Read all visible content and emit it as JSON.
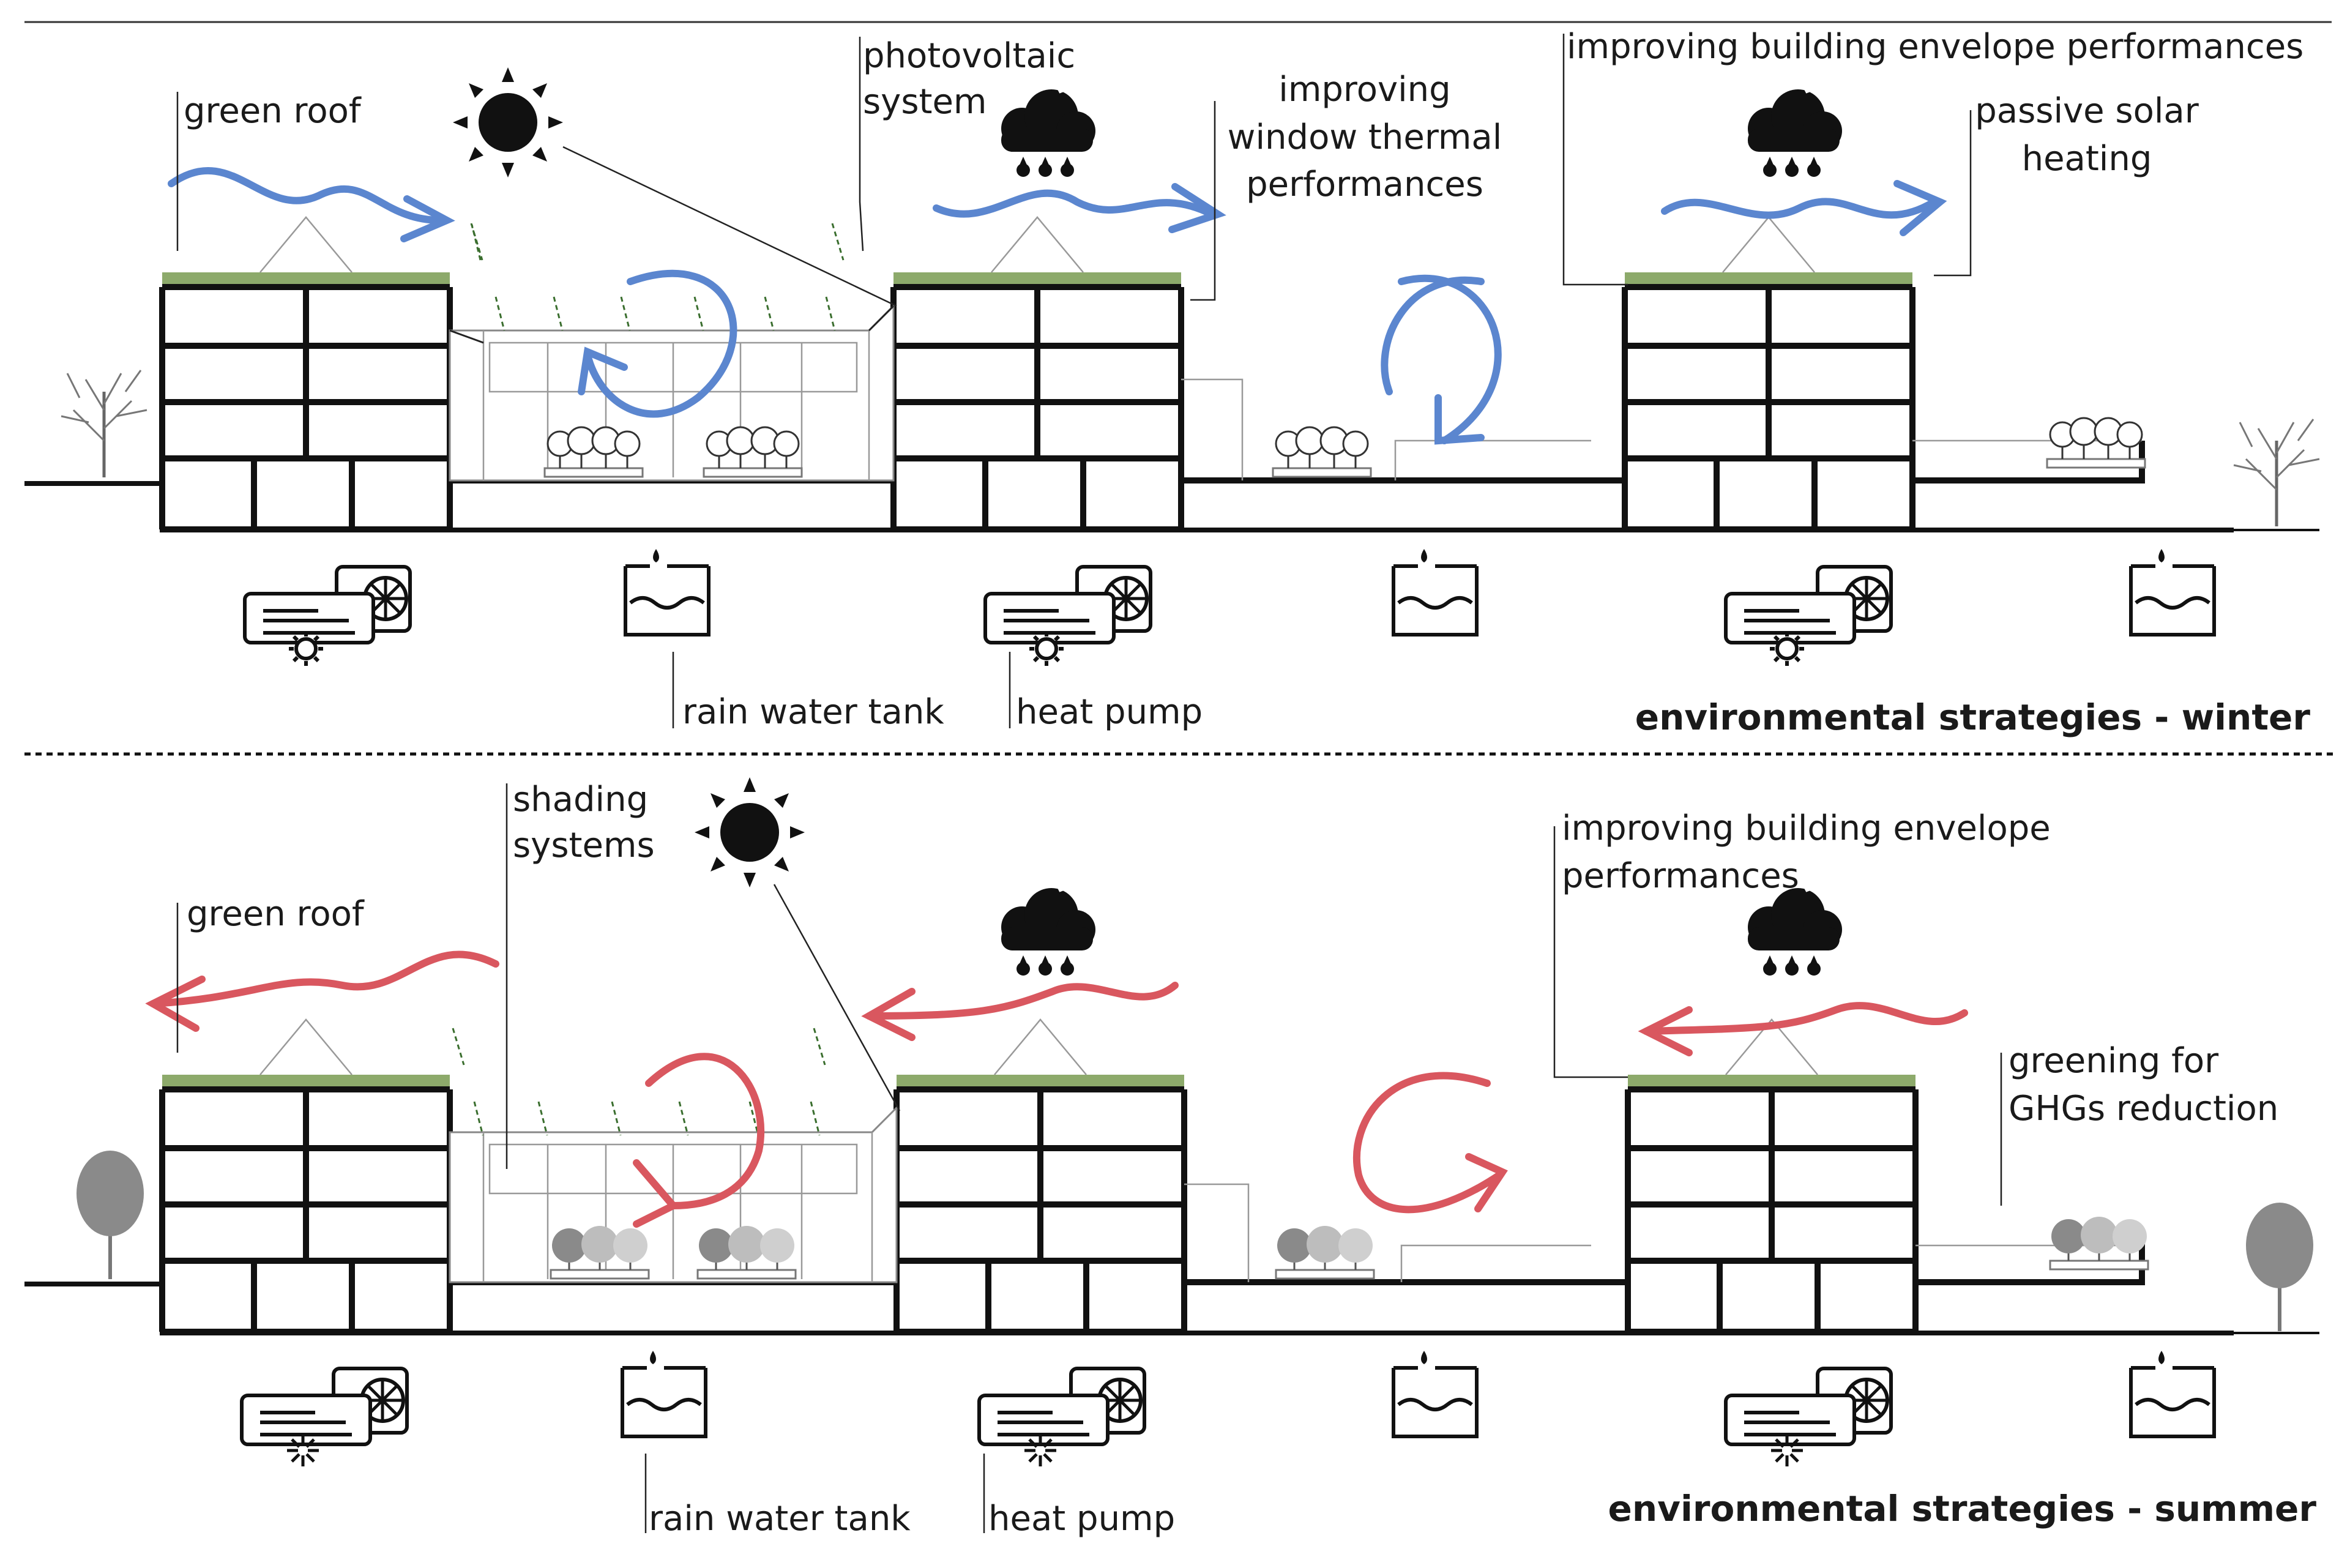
{
  "colors": {
    "winter_arrow": "#5b86cf",
    "summer_arrow": "#d9575f",
    "green_roof": "#8daa6b",
    "tree_summer": "#8a8a8a"
  },
  "winter": {
    "labels": {
      "green_roof": "green roof",
      "photovoltaic_1": "photovoltaic",
      "photovoltaic_2": "system",
      "window_1": "improving",
      "window_2": "window thermal",
      "window_3": "performances",
      "envelope": "improving building envelope performances",
      "passive_1": "passive solar",
      "passive_2": "heating",
      "rain_tank": "rain water tank",
      "heat_pump": "heat pump"
    },
    "title": "environmental strategies - winter",
    "icons": [
      "sun-icon",
      "rain-cloud-icon",
      "heat-pump-icon",
      "rain-water-tank-icon"
    ]
  },
  "summer": {
    "labels": {
      "shading_1": "shading",
      "shading_2": "systems",
      "green_roof": "green roof",
      "envelope_1": "improving building envelope",
      "envelope_2": "performances",
      "greening_1": "greening for",
      "greening_2": "GHGs reduction",
      "rain_tank": "rain water tank",
      "heat_pump": "heat pump"
    },
    "title": "environmental strategies - summer",
    "icons": [
      "sun-icon",
      "rain-cloud-icon",
      "heat-pump-icon",
      "rain-water-tank-icon"
    ]
  }
}
